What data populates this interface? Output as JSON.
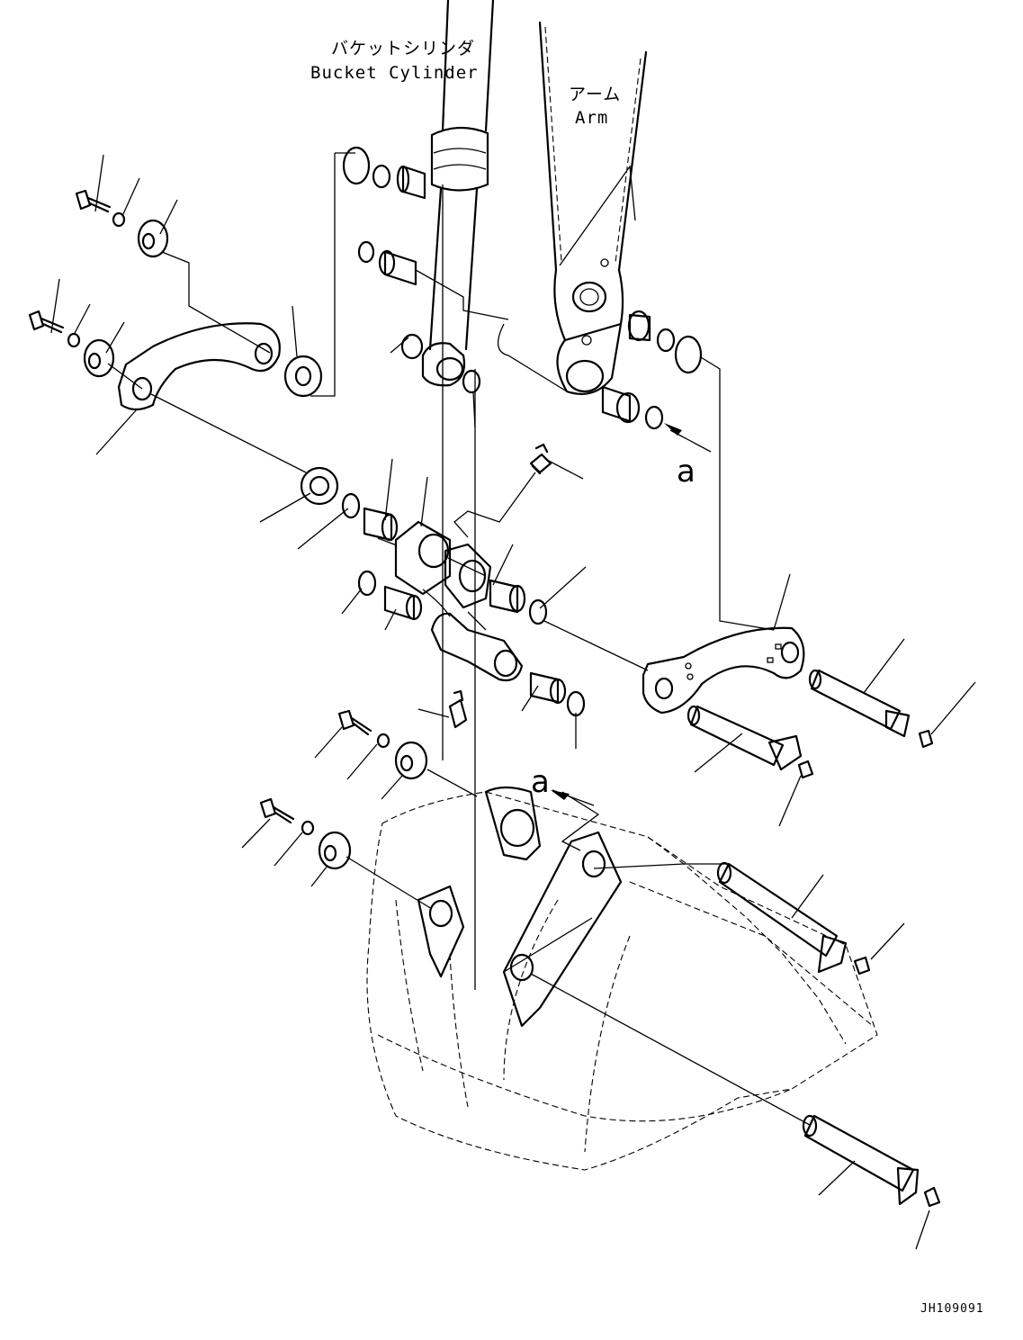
{
  "labels": {
    "bucket_cylinder_jp": "バケットシリンダ",
    "bucket_cylinder_en": "Bucket Cylinder",
    "arm_jp": "アーム",
    "arm_en": "Arm",
    "view_ref_top": "a",
    "view_ref_bottom": "a",
    "drawing_code": "JH109091"
  },
  "parts": [
    "bolt",
    "washer",
    "collar",
    "link",
    "shim",
    "o-ring",
    "bushing",
    "grease-fitting",
    "side-link",
    "pin",
    "lock-bolt",
    "bucket"
  ]
}
